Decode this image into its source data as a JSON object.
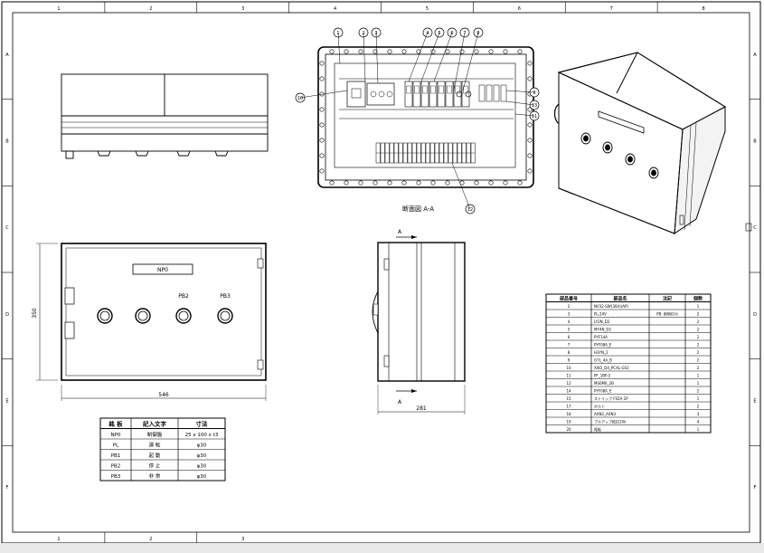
{
  "frame": {
    "top_numbers": [
      "1",
      "2",
      "3",
      "4",
      "5",
      "6",
      "7",
      "8"
    ],
    "bottom_numbers": [
      "1",
      "2",
      "3"
    ],
    "side_letters": [
      "A",
      "B",
      "C",
      "D",
      "E",
      "F"
    ]
  },
  "section": {
    "label": "断面図 A-A",
    "balloons": [
      "1",
      "2",
      "3",
      "4",
      "5",
      "6",
      "7",
      "8",
      "9",
      "10",
      "11",
      "12",
      "13"
    ]
  },
  "front": {
    "nameplate": "NP0",
    "pb2_label": "PB2",
    "pb3_label": "PB3",
    "dim_width": "546",
    "dim_height": "350"
  },
  "side": {
    "arrow_top": "A",
    "arrow_bottom": "A",
    "dim_depth": "281"
  },
  "label_table": {
    "headers": [
      "銘 板",
      "記入文字",
      "寸法"
    ],
    "rows": [
      [
        "NP0",
        "制御盤",
        "25 x 100 x t3"
      ],
      [
        "PL",
        "運 転",
        "φ30"
      ],
      [
        "PB1",
        "起 動",
        "φ30"
      ],
      [
        "PB2",
        "停 止",
        "φ30"
      ],
      [
        "PB3",
        "非 常",
        "φ30"
      ]
    ]
  },
  "parts_table": {
    "headers": [
      "部品番号",
      "部品名",
      "注記",
      "個数"
    ],
    "rows": [
      [
        "2",
        "NV32-SW(30A)(AP)",
        "",
        "1"
      ],
      [
        "3",
        "PL-24V",
        "PB: 照明灯付",
        "2"
      ],
      [
        "4",
        "LY2N_D2",
        "",
        "2"
      ],
      [
        "5",
        "MY4N_D2",
        "",
        "2"
      ],
      [
        "6",
        "PYF14A",
        "",
        "2"
      ],
      [
        "7",
        "PYF08A_E",
        "",
        "2"
      ],
      [
        "8",
        "H3YN_2",
        "",
        "2"
      ],
      [
        "9",
        "G7L_4A_B",
        "",
        "2"
      ],
      [
        "10",
        "XW2_D4_PCXL-GS1",
        "",
        "2"
      ],
      [
        "11",
        "PF_1BP-5",
        "",
        "1"
      ],
      [
        "12",
        "MS0M6_2B",
        "",
        "1"
      ],
      [
        "14",
        "PYF08A_E",
        "",
        "2"
      ],
      [
        "15",
        "ストリップ FS5A 1P",
        "",
        "1"
      ],
      [
        "17",
        "ボルト",
        "",
        "2"
      ],
      [
        "18",
        "AXN2_AXN3",
        "",
        "3"
      ],
      [
        "19",
        "プルアップ抵抗10k",
        "",
        "4"
      ],
      [
        "20",
        "銘板",
        "",
        "1"
      ]
    ]
  }
}
